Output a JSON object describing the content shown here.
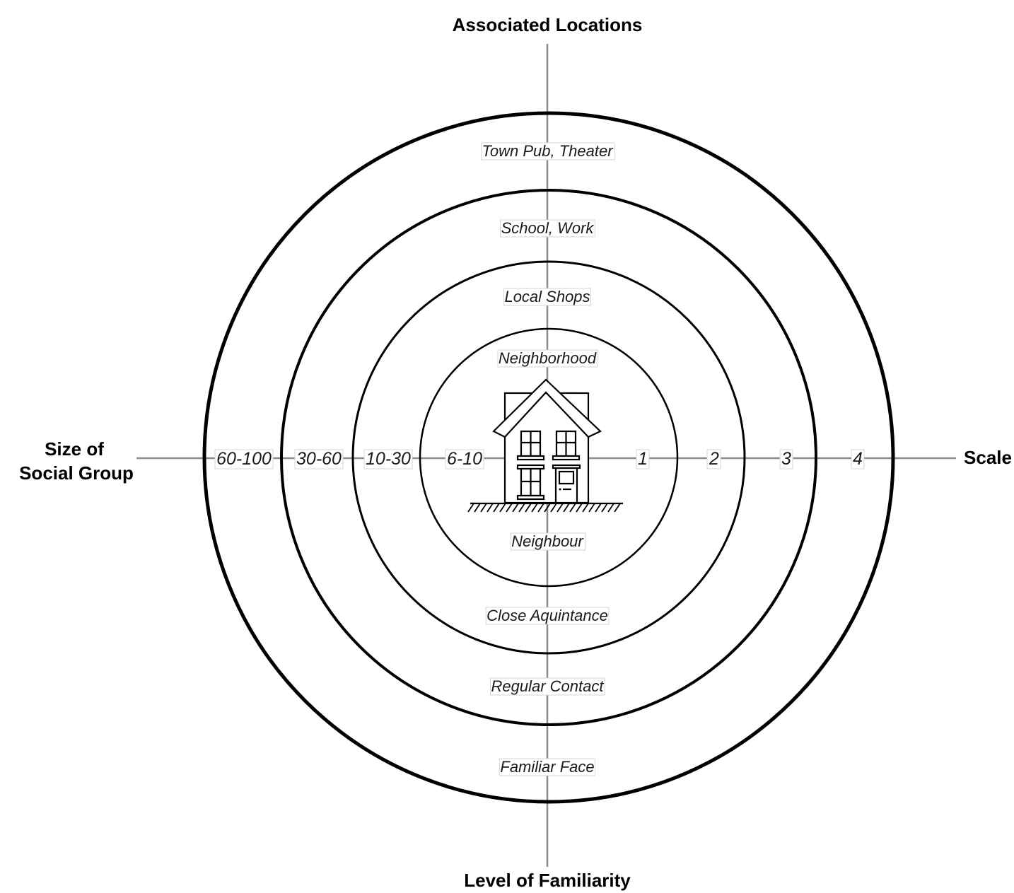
{
  "axes": {
    "top": "Associated Locations",
    "bottom": "Level of Familiarity",
    "left_line1": "Size of",
    "left_line2": "Social Group",
    "right": "Scale"
  },
  "locations": [
    "Neighborhood",
    "Local Shops",
    "School, Work",
    "Town Pub, Theater"
  ],
  "familiarity": [
    "Neighbour",
    "Close Aquintance",
    "Regular Contact",
    "Familiar Face"
  ],
  "group_sizes": [
    "6-10",
    "10-30",
    "30-60",
    "60-100"
  ],
  "scale": [
    "1",
    "2",
    "3",
    "4"
  ],
  "icons": {
    "center": "house-icon"
  }
}
